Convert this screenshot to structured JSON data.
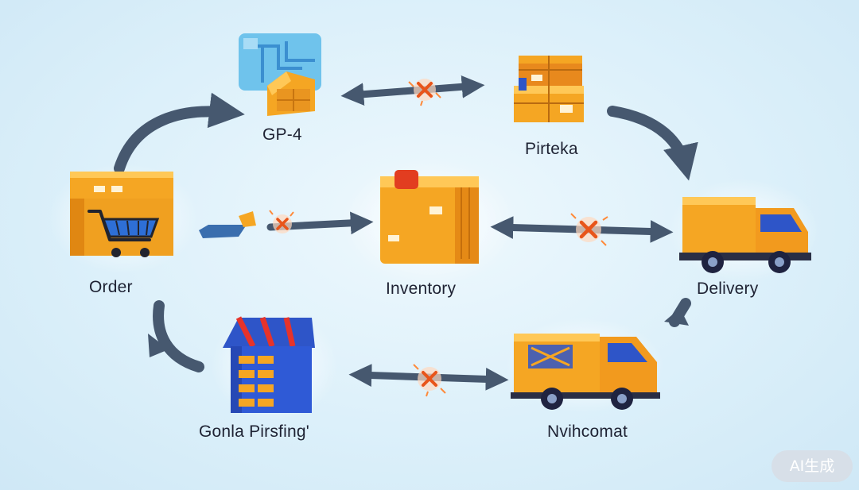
{
  "nodes": {
    "gp4": {
      "label": "GP-4"
    },
    "parcel": {
      "label": "Pirteka"
    },
    "order": {
      "label": "Order"
    },
    "inventory": {
      "label": "Inventory"
    },
    "delivery": {
      "label": "Delivery"
    },
    "packing": {
      "label": "Gonla Pirsfing'"
    },
    "vehicle": {
      "label": "Nvihcomat"
    }
  },
  "badge": {
    "text": "AI生成"
  },
  "icons": {
    "order": "cart-box-icon",
    "gp4": "map-box-icon",
    "parcel": "stacked-boxes-icon",
    "inventory": "warehouse-box-icon",
    "delivery": "truck-icon",
    "packing": "warehouse-building-icon",
    "vehicle": "delivery-van-icon"
  },
  "colors": {
    "background": "#dcf0fa",
    "orange": "#f5a623",
    "orange_dark": "#e07b12",
    "arrow": "#46586f",
    "accent_blue": "#2e55c8",
    "spark": "#ff7a2a"
  }
}
